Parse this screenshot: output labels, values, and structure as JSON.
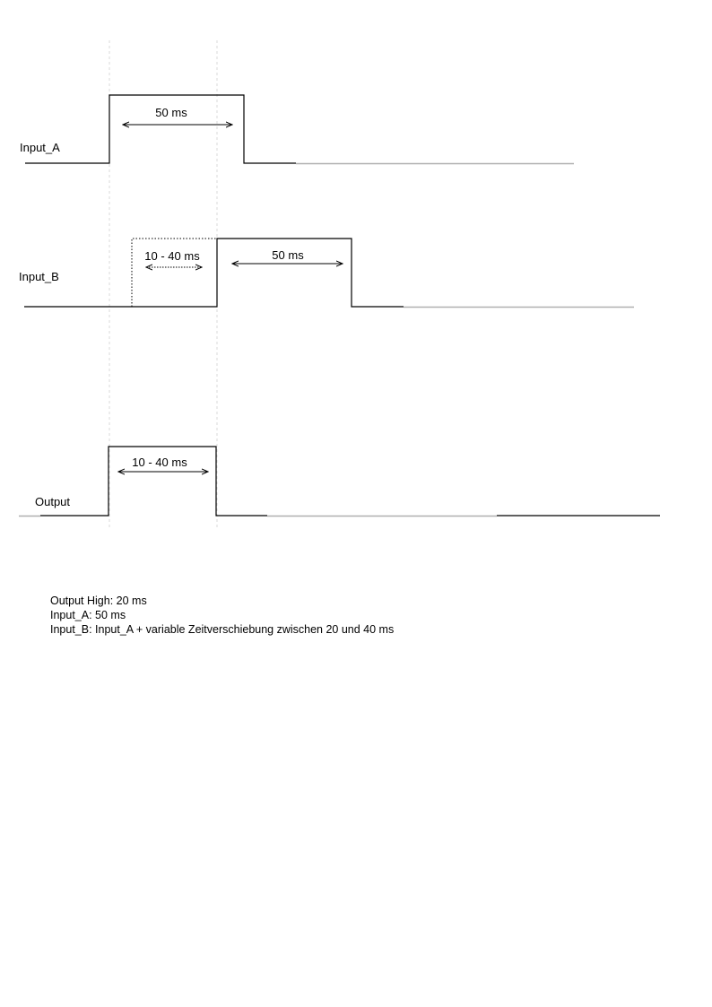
{
  "signals": {
    "input_a": {
      "label": "Input_A",
      "pulse_label": "50 ms"
    },
    "input_b": {
      "label": "Input_B",
      "delay_label": "10 - 40 ms",
      "pulse_label": "50 ms"
    },
    "output": {
      "label": "Output",
      "pulse_label": "10 - 40 ms"
    }
  },
  "notes": [
    "Output High: 20 ms",
    "Input_A: 50 ms",
    "Input_B: Input_A + variable Zeitverschiebung zwischen 20 und 40 ms"
  ]
}
